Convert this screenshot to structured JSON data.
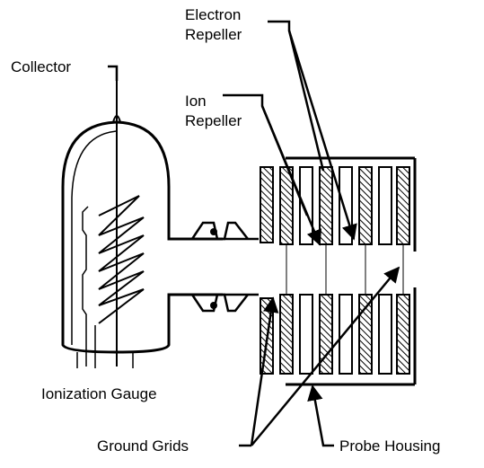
{
  "labels": {
    "collector": "Collector",
    "electron_repeller_line1": "Electron",
    "electron_repeller_line2": "Repeller",
    "ion_repeller_line1": "Ion",
    "ion_repeller_line2": "Repeller",
    "ionization_gauge": "Ionization Gauge",
    "ground_grids": "Ground Grids",
    "probe_housing": "Probe Housing"
  },
  "colors": {
    "ink": "#000000",
    "background": "#ffffff"
  }
}
